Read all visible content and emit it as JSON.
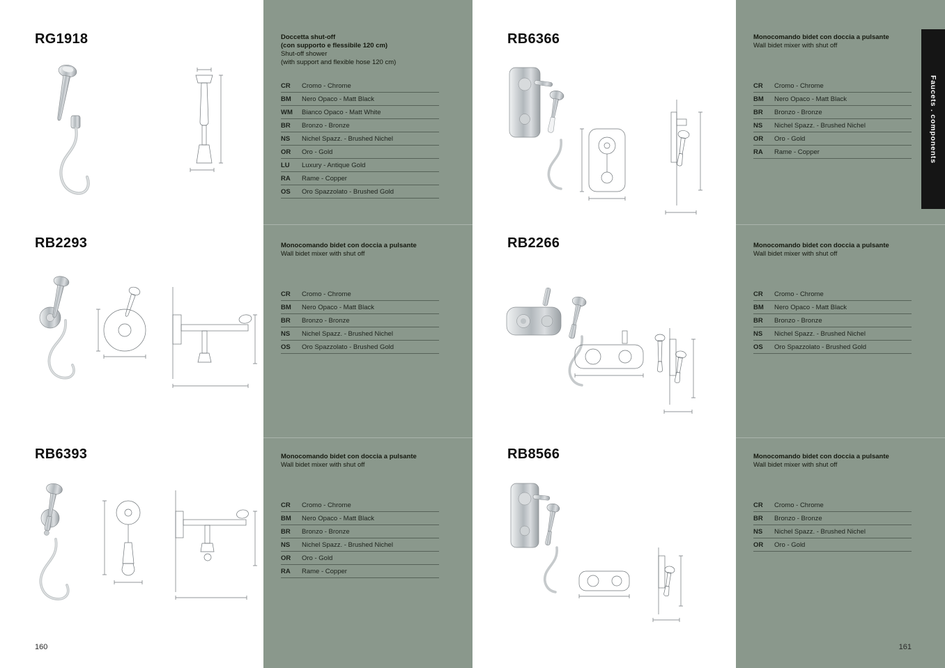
{
  "spread": {
    "left_page_number": "160",
    "right_page_number": "161",
    "side_tab_label": "Faucets . components"
  },
  "colors": {
    "panel_green": "#8a988c",
    "tab_black": "#151515"
  },
  "sections": [
    {
      "code": "RG1918",
      "it1": "Doccetta shut-off",
      "it2": "(con supporto e flessibile 120 cm)",
      "en1": "Shut-off shower",
      "en2": "(with support and flexible hose 120 cm)",
      "finishes": [
        {
          "code": "CR",
          "name": "Cromo - Chrome"
        },
        {
          "code": "BM",
          "name": "Nero Opaco - Matt Black"
        },
        {
          "code": "WM",
          "name": "Bianco Opaco - Matt White"
        },
        {
          "code": "BR",
          "name": "Bronzo - Bronze"
        },
        {
          "code": "NS",
          "name": "Nichel Spazz. - Brushed Nichel"
        },
        {
          "code": "OR",
          "name": "Oro - Gold"
        },
        {
          "code": "LU",
          "name": "Luxury - Antique Gold"
        },
        {
          "code": "RA",
          "name": "Rame - Copper"
        },
        {
          "code": "OS",
          "name": "Oro Spazzolato - Brushed Gold"
        }
      ]
    },
    {
      "code": "RB2293",
      "it1": "Monocomando bidet con doccia a pulsante",
      "en1": "Wall bidet mixer with shut off",
      "finishes": [
        {
          "code": "CR",
          "name": "Cromo - Chrome"
        },
        {
          "code": "BM",
          "name": "Nero Opaco - Matt Black"
        },
        {
          "code": "BR",
          "name": "Bronzo - Bronze"
        },
        {
          "code": "NS",
          "name": "Nichel Spazz. - Brushed Nichel"
        },
        {
          "code": "OS",
          "name": "Oro Spazzolato - Brushed Gold"
        }
      ]
    },
    {
      "code": "RB6393",
      "it1": "Monocomando bidet con doccia a pulsante",
      "en1": "Wall bidet mixer with shut off",
      "finishes": [
        {
          "code": "CR",
          "name": "Cromo - Chrome"
        },
        {
          "code": "BM",
          "name": "Nero Opaco - Matt Black"
        },
        {
          "code": "BR",
          "name": "Bronzo - Bronze"
        },
        {
          "code": "NS",
          "name": "Nichel Spazz. - Brushed Nichel"
        },
        {
          "code": "OR",
          "name": "Oro - Gold"
        },
        {
          "code": "RA",
          "name": "Rame - Copper"
        }
      ]
    },
    {
      "code": "RB6366",
      "it1": "Monocomando bidet con doccia a pulsante",
      "en1": "Wall bidet mixer with shut off",
      "finishes": [
        {
          "code": "CR",
          "name": "Cromo - Chrome"
        },
        {
          "code": "BM",
          "name": "Nero Opaco - Matt Black"
        },
        {
          "code": "BR",
          "name": "Bronzo - Bronze"
        },
        {
          "code": "NS",
          "name": "Nichel Spazz. - Brushed Nichel"
        },
        {
          "code": "OR",
          "name": "Oro - Gold"
        },
        {
          "code": "RA",
          "name": "Rame - Copper"
        }
      ]
    },
    {
      "code": "RB2266",
      "it1": "Monocomando bidet con doccia a pulsante",
      "en1": "Wall bidet mixer with shut off",
      "finishes": [
        {
          "code": "CR",
          "name": "Cromo - Chrome"
        },
        {
          "code": "BM",
          "name": "Nero Opaco - Matt Black"
        },
        {
          "code": "BR",
          "name": "Bronzo - Bronze"
        },
        {
          "code": "NS",
          "name": "Nichel Spazz. - Brushed Nichel"
        },
        {
          "code": "OS",
          "name": "Oro Spazzolato - Brushed Gold"
        }
      ]
    },
    {
      "code": "RB8566",
      "it1": "Monocomando bidet con doccia a pulsante",
      "en1": "Wall bidet mixer with shut off",
      "finishes": [
        {
          "code": "CR",
          "name": "Cromo - Chrome"
        },
        {
          "code": "BR",
          "name": "Bronzo - Bronze"
        },
        {
          "code": "NS",
          "name": "Nichel Spazz. - Brushed Nichel"
        },
        {
          "code": "OR",
          "name": "Oro - Gold"
        }
      ]
    }
  ]
}
